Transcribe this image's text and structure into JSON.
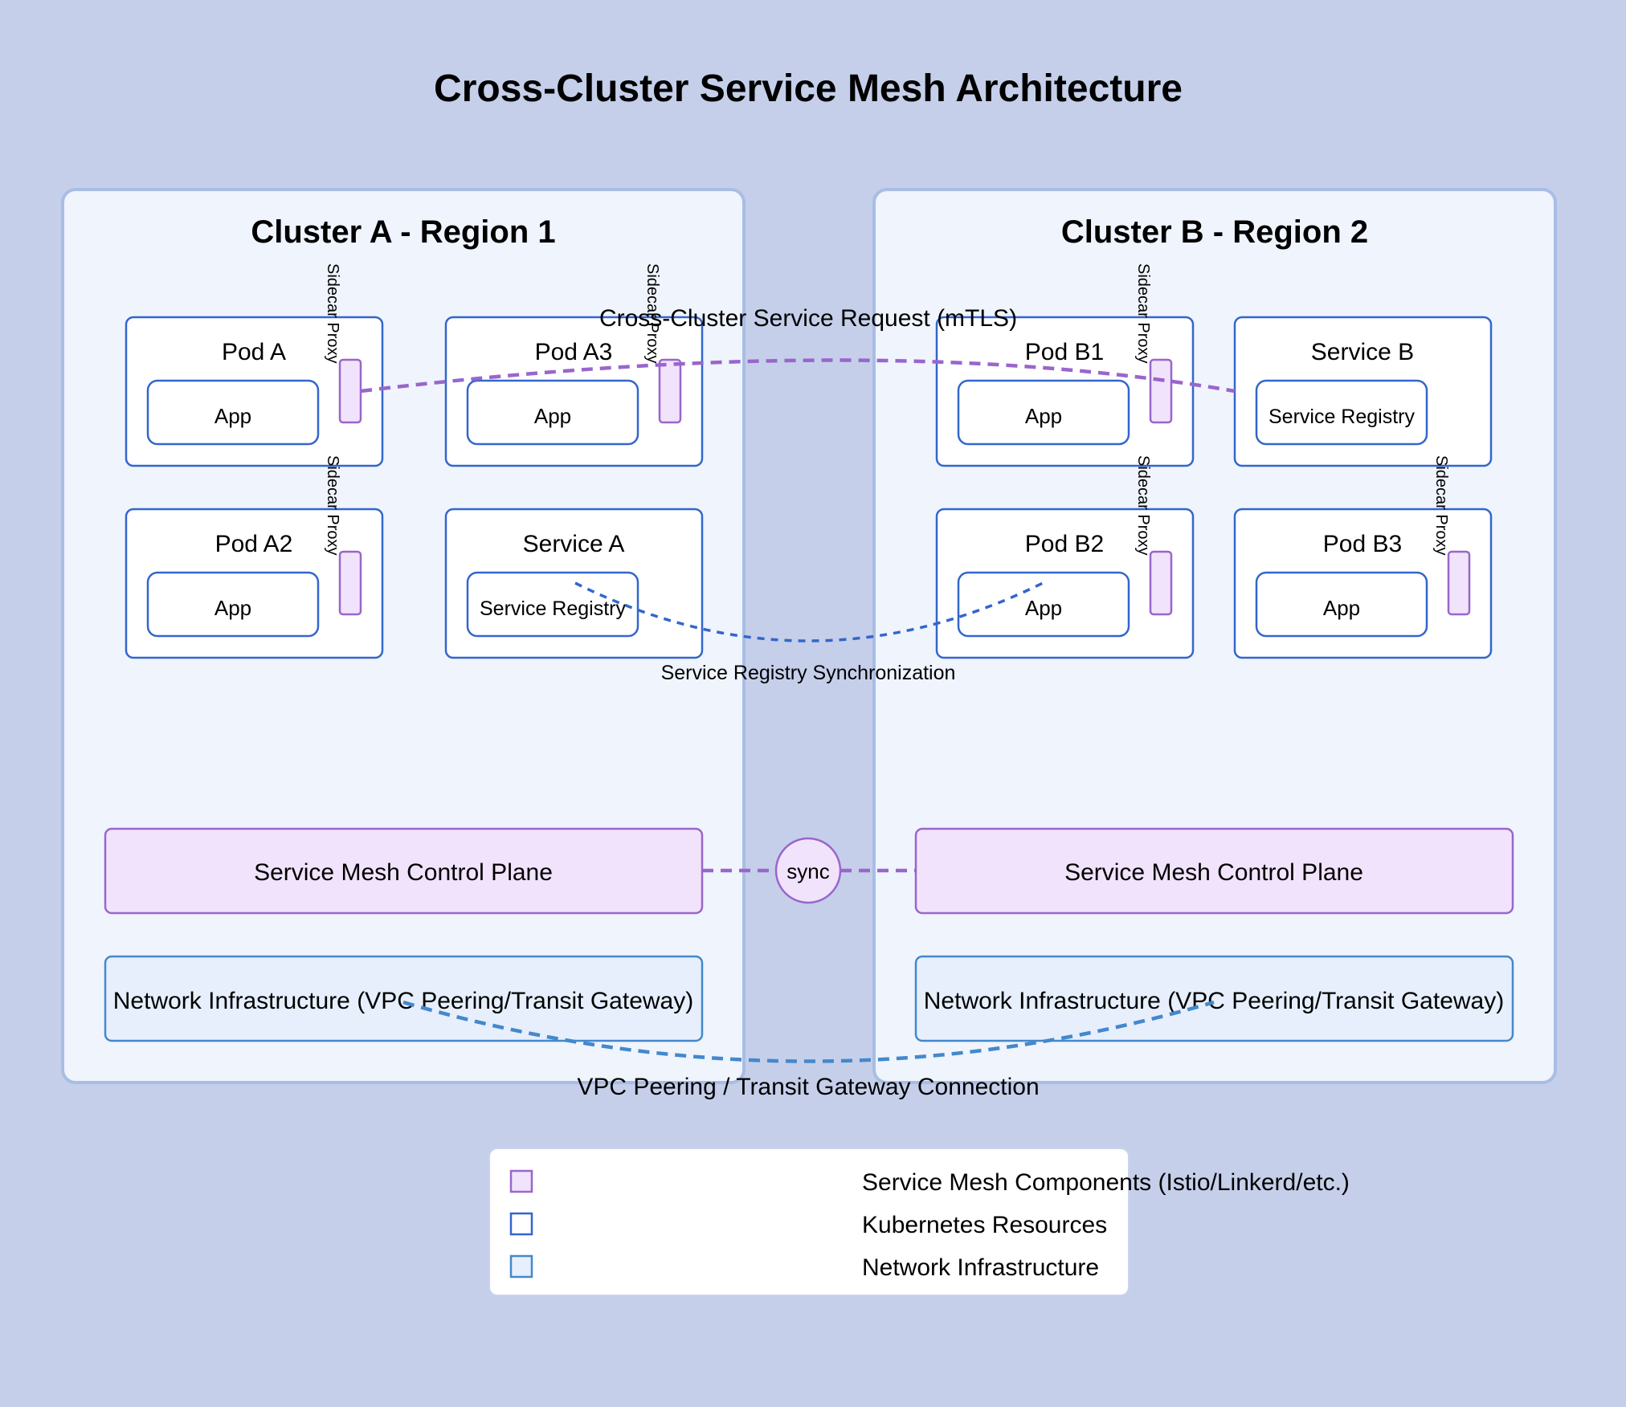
{
  "title": "Cross-Cluster Service Mesh Architecture",
  "clusters": [
    {
      "title": "Cluster A - Region 1",
      "pods": [
        {
          "name": "Pod A",
          "inner": "App",
          "sidecar": "Sidecar Proxy"
        },
        {
          "name": "Pod A3",
          "inner": "App",
          "sidecar": "Sidecar Proxy"
        },
        {
          "name": "Pod A2",
          "inner": "App",
          "sidecar": "Sidecar Proxy"
        },
        {
          "name": "Service A",
          "inner": "Service Registry",
          "sidecar": ""
        }
      ],
      "control_plane": "Service Mesh Control Plane",
      "network": "Network Infrastructure (VPC Peering/Transit Gateway)"
    },
    {
      "title": "Cluster B - Region 2",
      "pods": [
        {
          "name": "Pod B1",
          "inner": "App",
          "sidecar": "Sidecar Proxy"
        },
        {
          "name": "Service B",
          "inner": "Service Registry",
          "sidecar": ""
        },
        {
          "name": "Pod B2",
          "inner": "App",
          "sidecar": "Sidecar Proxy"
        },
        {
          "name": "Pod B3",
          "inner": "App",
          "sidecar": "Sidecar Proxy"
        }
      ],
      "control_plane": "Service Mesh Control Plane",
      "network": "Network Infrastructure (VPC Peering/Transit Gateway)"
    }
  ],
  "connections": {
    "mtls": "Cross-Cluster Service Request (mTLS)",
    "registry_sync": "Service Registry Synchronization",
    "control_sync": "sync",
    "vpc": "VPC Peering / Transit Gateway Connection"
  },
  "legend": [
    {
      "label": "Service Mesh Components (Istio/Linkerd/etc.)",
      "color": "#9966cc"
    },
    {
      "label": "Kubernetes Resources",
      "color": "#3366cc"
    },
    {
      "label": "Network Infrastructure",
      "color": "#4488cc"
    }
  ],
  "colors": {
    "background": "#c5cfea",
    "cluster_fill": "#eff4fd",
    "cluster_stroke": "#a9bde4",
    "k8s": "#3366cc",
    "mesh": "#9966cc",
    "mesh_fill": "#f1e3fb",
    "network": "#4488cc",
    "network_fill": "#e6effb"
  }
}
